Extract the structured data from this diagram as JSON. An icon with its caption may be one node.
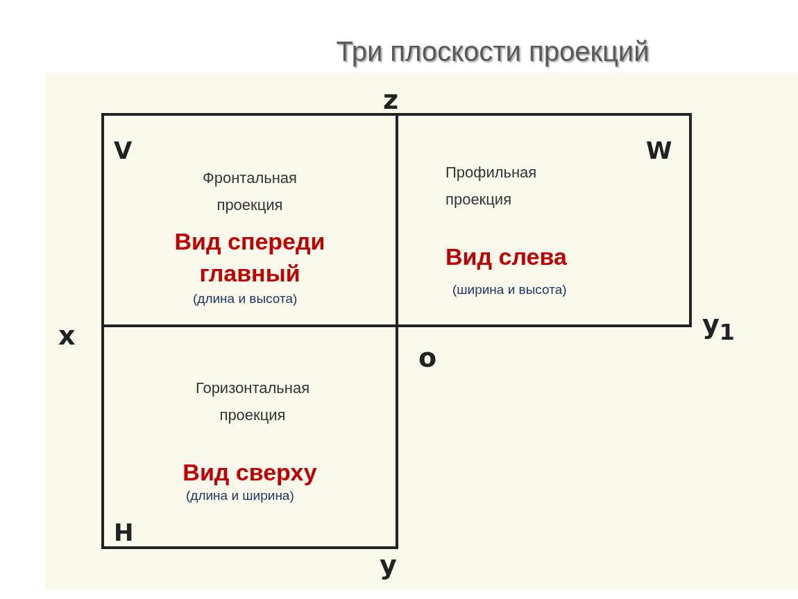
{
  "diagram": {
    "title": "Три плоскости проекций",
    "nodes": [
      {
        "text": [
          "V",
          "Фронтальная проекция",
          "Вид спереди главный",
          "(длина и высота)"
        ]
      },
      {
        "text": [
          "W",
          "Профильная проекция",
          "Вид слева",
          "(ширина и высота)"
        ]
      },
      {
        "text": [
          "H",
          "Горизонтальная проекция",
          "Вид сверху",
          "(длина и ширина)"
        ]
      }
    ],
    "edges": [],
    "labels": [
      "z",
      "x",
      "y$_{1}$",
      "o",
      "y"
    ]
  }
}
